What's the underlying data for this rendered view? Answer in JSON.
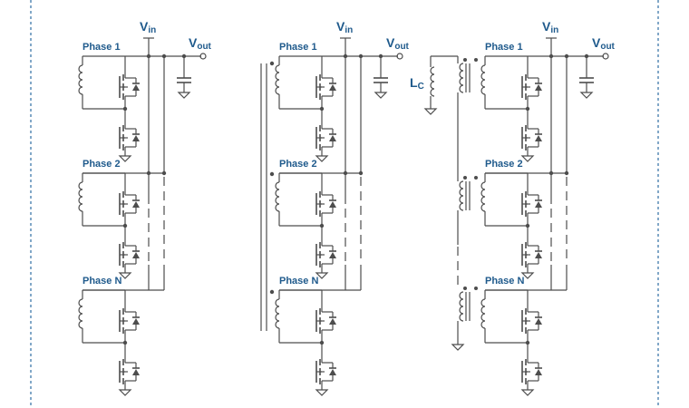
{
  "labels": {
    "vin_main": "V",
    "vin_sub": "in",
    "vout_main": "V",
    "vout_sub": "out",
    "phase1": "Phase 1",
    "phase2": "Phase 2",
    "phaseN": "Phase N",
    "lc_main": "L",
    "lc_sub": "C"
  },
  "icons": {
    "mosfet": "n-channel-mosfet-icon",
    "inductor": "inductor-coil-icon",
    "capacitor": "capacitor-icon",
    "ground": "ground-icon"
  },
  "colors": {
    "label_blue": "#1f5a8c",
    "border_blue": "#2e6da4",
    "wire_gray": "#4d4d4d"
  }
}
